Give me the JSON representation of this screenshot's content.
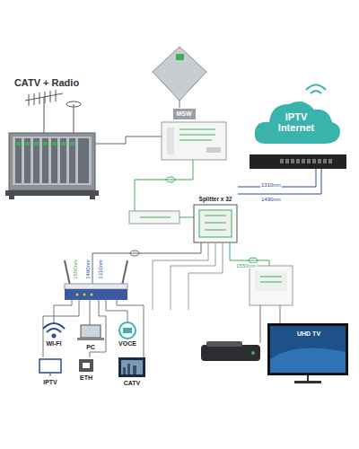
{
  "diagram": {
    "nodes": [
      {
        "text": [
          "CATV + Radio"
        ]
      },
      {
        "text": [
          "MSW"
        ]
      },
      {
        "text": [
          "IPTV Internet"
        ]
      },
      {
        "text": [
          "Splitter x 32"
        ]
      },
      {
        "text": [
          "WI-FI"
        ]
      },
      {
        "text": [
          "PC"
        ]
      },
      {
        "text": [
          "VOCE"
        ]
      },
      {
        "text": [
          "IPTV"
        ]
      },
      {
        "text": [
          "ETH"
        ]
      },
      {
        "text": [
          "CATV"
        ]
      }
    ],
    "labels": [
      "1310nm",
      "1490nm",
      "1550nm",
      "1490nm",
      "1310nm",
      "1550nm",
      "UHD TV"
    ]
  }
}
